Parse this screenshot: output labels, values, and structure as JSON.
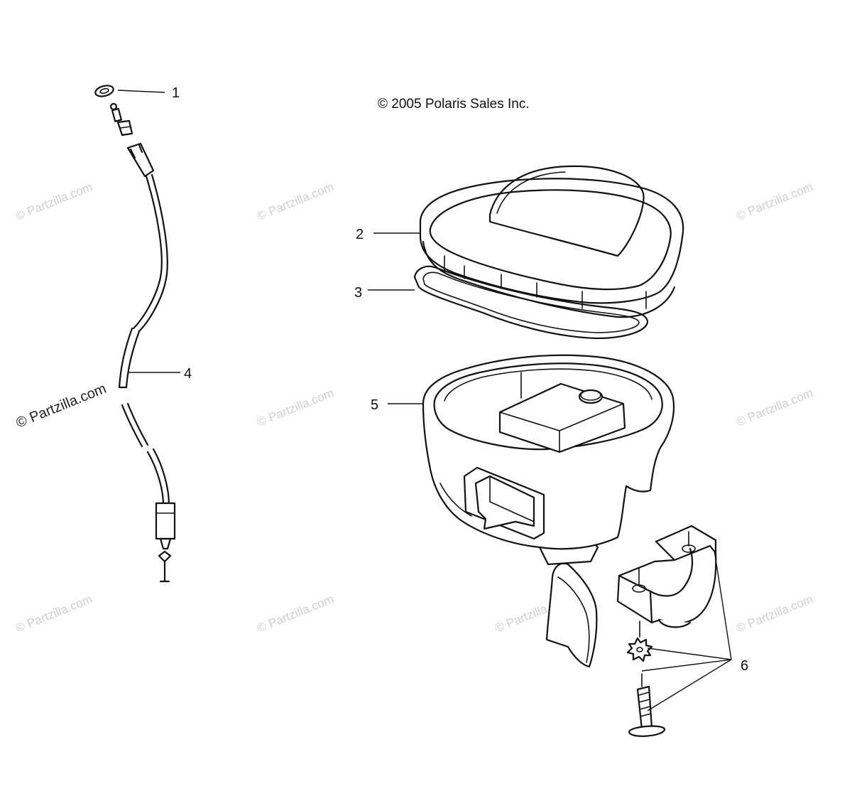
{
  "copyright": "© 2005 Polaris Sales Inc.",
  "watermark": "© Partzilla.com",
  "callouts": [
    "1",
    "2",
    "3",
    "4",
    "5",
    "6"
  ],
  "colors": {
    "line": "#111111",
    "watermark": "#cfcfcf",
    "background": "#ffffff"
  }
}
